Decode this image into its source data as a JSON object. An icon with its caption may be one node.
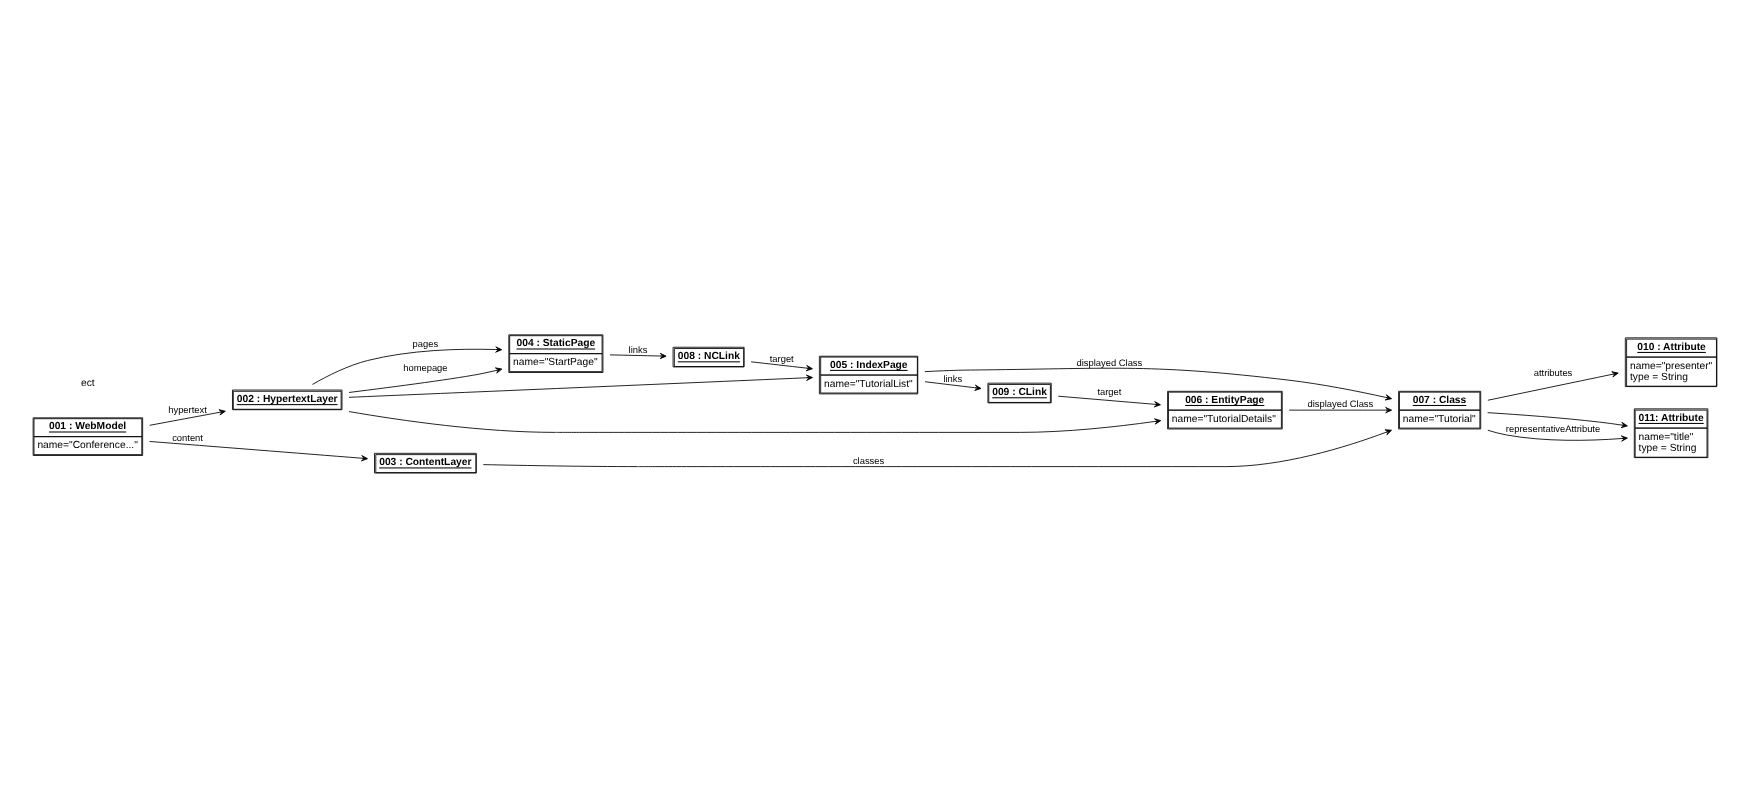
{
  "diagram": {
    "nodes": [
      {
        "text": [
          "001 : WebModel",
          "name=\"Conference...\""
        ]
      },
      {
        "text": [
          "002 : HypertextLayer"
        ]
      },
      {
        "text": [
          "003 : ContentLayer"
        ]
      },
      {
        "text": [
          "004 : StaticPage",
          "name=\"StartPage\""
        ]
      },
      {
        "text": [
          "005 : IndexPage",
          "name=\"TutorialList\""
        ]
      },
      {
        "text": [
          "006 : EntityPage",
          "name=\"TutorialDetails\""
        ]
      },
      {
        "text": [
          "007 : Class",
          "name=\"Tutorial\""
        ]
      },
      {
        "text": [
          "008 : NCLink"
        ]
      },
      {
        "text": [
          "009 : CLink"
        ]
      },
      {
        "text": [
          "010 : Attribute",
          "name=\"presenter\"",
          "type = String"
        ]
      },
      {
        "text": [
          "011: Attribute",
          "name=\"title\"",
          "type = String"
        ]
      }
    ],
    "edges": [
      {
        "from": 0,
        "to": 1,
        "arrow": "to",
        "label": "hypertext"
      },
      {
        "from": 0,
        "to": 2,
        "arrow": "to",
        "label": "content"
      },
      {
        "from": 1,
        "to": 3,
        "arrow": "to",
        "label": "pages"
      },
      {
        "from": 1,
        "to": 4,
        "arrow": "to"
      },
      {
        "from": 1,
        "to": 5,
        "arrow": "to"
      },
      {
        "from": 1,
        "to": 3,
        "arrow": "to",
        "label": "homepage"
      },
      {
        "from": 4,
        "to": 6,
        "arrow": "to",
        "label": "displayed Class"
      },
      {
        "from": 5,
        "to": 6,
        "arrow": "to",
        "label": "displayed Class"
      },
      {
        "from": 2,
        "to": 6,
        "arrow": "to",
        "label": "classes"
      },
      {
        "from": 3,
        "to": 7,
        "arrow": "to",
        "label": "links"
      },
      {
        "from": 4,
        "to": 8,
        "arrow": "to",
        "label": "links"
      },
      {
        "from": 7,
        "to": 4,
        "arrow": "to",
        "label": "target"
      },
      {
        "from": 8,
        "to": 5,
        "arrow": "to",
        "label": "target"
      },
      {
        "from": 6,
        "to": 9,
        "arrow": "to",
        "label": "attributes"
      },
      {
        "from": 6,
        "to": 10,
        "arrow": "to"
      },
      {
        "from": 6,
        "to": 10,
        "arrow": "to",
        "label": "representativeAttribute"
      }
    ],
    "labels": [
      "ect"
    ]
  }
}
